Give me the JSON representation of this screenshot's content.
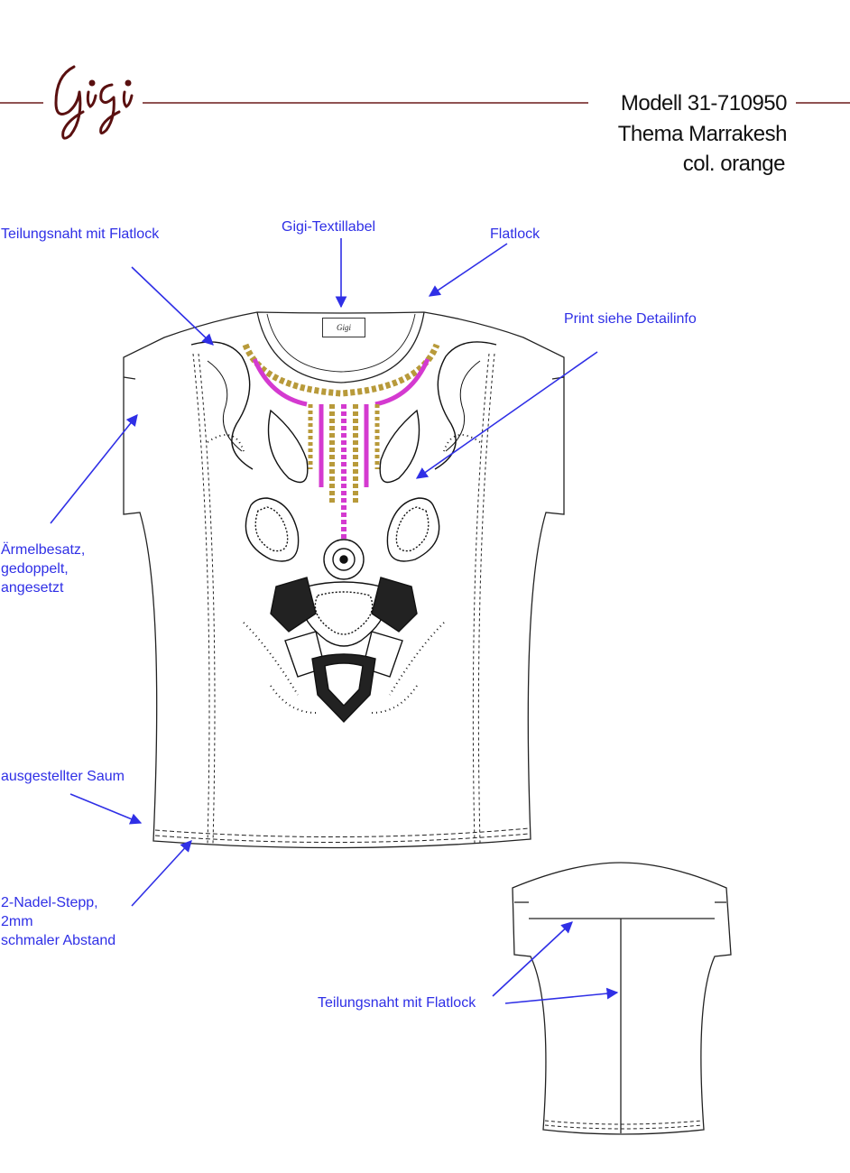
{
  "header": {
    "brand": "Gigi",
    "model": "Modell 31-710950",
    "theme": "Thema Marrakesh",
    "color": "col. orange",
    "brand_color": "#5a1010"
  },
  "front_annotations": {
    "seam_flatlock": "Teilungsnaht mit Flatlock",
    "textile_label": "Gigi-Textillabel",
    "flatlock": "Flatlock",
    "print_info": "Print siehe Detailinfo",
    "sleeve_trim": [
      "Ärmelbesatz,",
      "gedoppelt,",
      "angesetzt"
    ],
    "hem": "ausgestellter Saum",
    "stitch": [
      "2-Nadel-Stepp,",
      "2mm",
      "schmaler Abstand"
    ]
  },
  "back_annotations": {
    "seam_flatlock": "Teilungsnaht mit Flatlock"
  },
  "colors": {
    "annotation": "#2f2fe6",
    "rule": "#6b1a1a",
    "accent_print": "#d43ad0",
    "gold_print": "#b89a3a"
  }
}
